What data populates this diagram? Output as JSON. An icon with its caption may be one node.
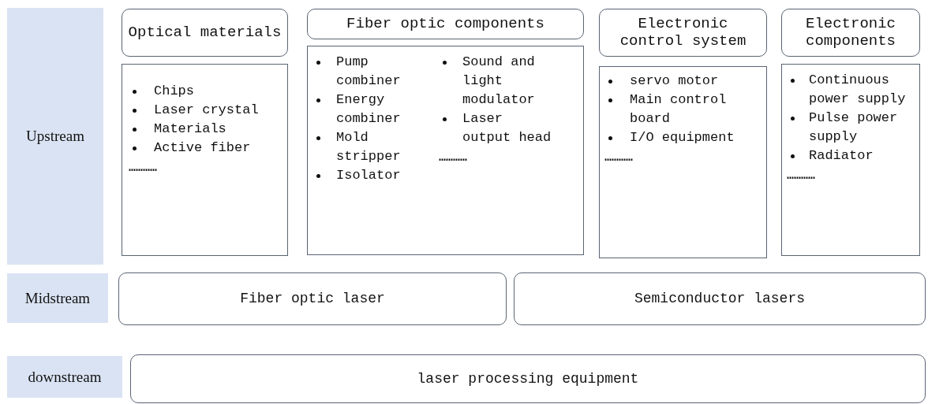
{
  "diagram": {
    "nodes": [
      {
        "text": [
          "Upstream"
        ]
      },
      {
        "text": [
          "Optical materials"
        ]
      },
      {
        "text": [
          "Chips",
          "Laser crystal",
          "Materials",
          "Active fiber",
          "…………"
        ]
      },
      {
        "text": [
          "Fiber optic components"
        ]
      },
      {
        "text": [
          "Pump combiner",
          "Energy combiner",
          "Mold stripper",
          "Isolator",
          "Sound and light modulator",
          "Laser output head",
          "…………"
        ]
      },
      {
        "text": [
          "Electronic control system"
        ]
      },
      {
        "text": [
          "servo motor",
          "Main control board",
          "I/O equipment",
          "…………"
        ]
      },
      {
        "text": [
          "Electronic components"
        ]
      },
      {
        "text": [
          "Continuous power supply",
          "Pulse power supply",
          "Radiator",
          "…………"
        ]
      },
      {
        "text": [
          "Midstream"
        ]
      },
      {
        "text": [
          "Fiber optic laser"
        ]
      },
      {
        "text": [
          "Semiconductor lasers"
        ]
      },
      {
        "text": [
          "downstream"
        ]
      },
      {
        "text": [
          "laser processing equipment"
        ]
      }
    ]
  }
}
